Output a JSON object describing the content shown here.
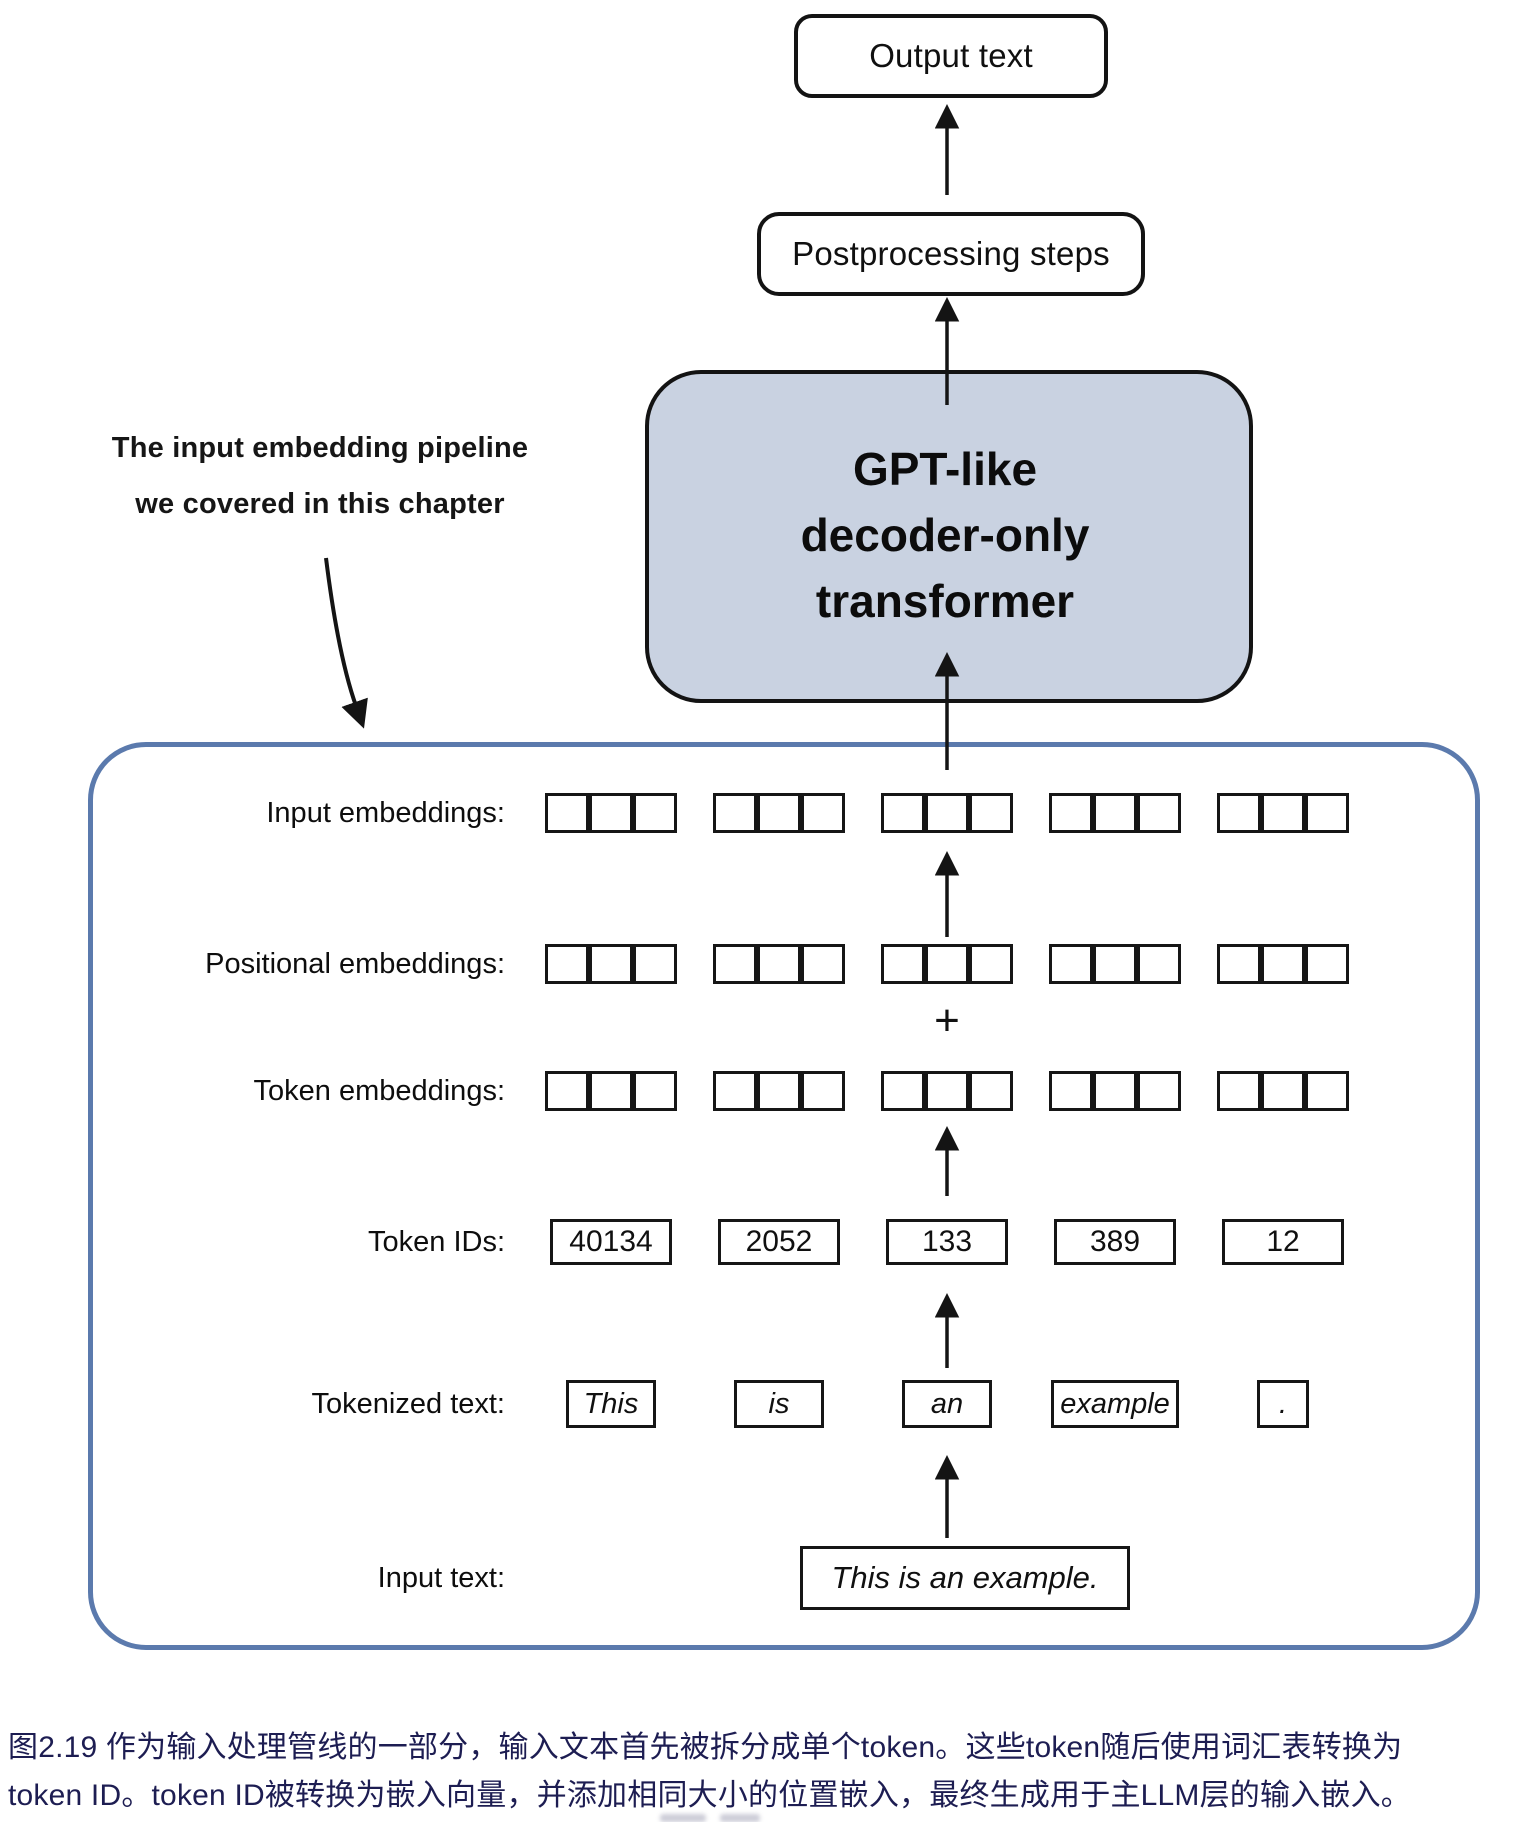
{
  "figure": {
    "top_flow": {
      "output_text_label": "Output text",
      "postprocessing_label": "Postprocessing steps",
      "transformer_lines": [
        "GPT-like",
        "decoder-only",
        "transformer"
      ]
    },
    "annotation": {
      "line1": "The input embedding pipeline",
      "line2": "we covered in this chapter"
    },
    "pipeline": {
      "squares_per_group": 3,
      "group_count": 5,
      "labels": {
        "input_embeddings": "Input embeddings:",
        "positional_embeddings": "Positional embeddings:",
        "token_embeddings": "Token embeddings:",
        "token_ids": "Token IDs:",
        "tokenized_text": "Tokenized text:",
        "input_text": "Input text:"
      },
      "plus_sign": "+",
      "token_ids": [
        "40134",
        "2052",
        "133",
        "389",
        "12"
      ],
      "tokens": [
        "This",
        "is",
        "an",
        "example",
        "."
      ],
      "input_text_value": "This is an example."
    },
    "caption": {
      "line1": "图2.19 作为输入处理管线的一部分，输入文本首先被拆分成单个token。这些token随后使用词汇表转换为",
      "line2": "token ID。token ID被转换为嵌入向量，并添加相同大小的位置嵌入，最终生成用于主LLM层的输入嵌入。"
    },
    "colors": {
      "transformer_fill": "#c9d2e1",
      "container_border": "#5b7aad",
      "caption_text": "#1d1d52",
      "line_color": "#141414"
    }
  }
}
